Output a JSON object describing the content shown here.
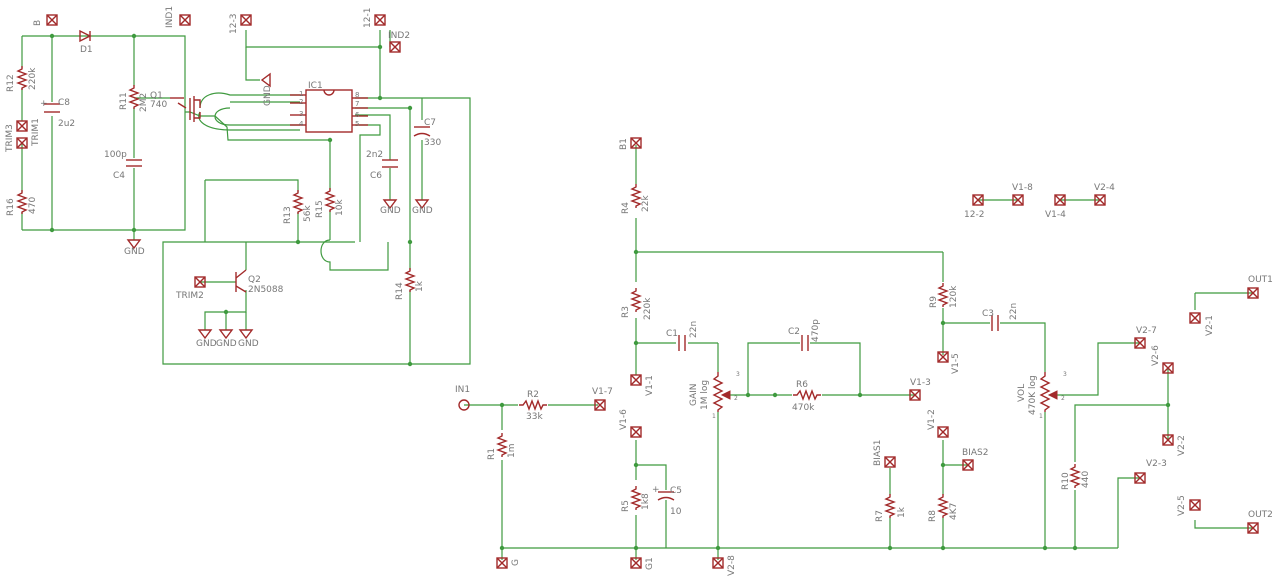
{
  "labels": {
    "B": "B",
    "D1": "D1",
    "IND1": "IND1",
    "12-3": "12-3",
    "12-1": "12-1",
    "IND2": "IND2",
    "R12": "R12",
    "R12_val": "220k",
    "C8": "C8",
    "C8_val": "2u2",
    "TRIM3": "TRIM3",
    "TRIM1": "TRIM1",
    "R16": "R16",
    "R16_val": "470",
    "R11": "R11",
    "R11_val": "2M2",
    "Q1": "Q1",
    "Q1_val": "740",
    "C4_val": "100p",
    "C4": "C4",
    "GND": "GND",
    "IC1": "IC1",
    "pin1": "1",
    "pin2": "2",
    "pin3": "3",
    "pin4": "4",
    "pin5": "5",
    "pin6": "6",
    "pin7": "7",
    "pin8": "8",
    "C7": "C7",
    "C7_val": "330",
    "C6_val": "2n2",
    "C6": "C6",
    "R13": "R13",
    "R13_val": "56k",
    "R15": "R15",
    "R15_val": "10k",
    "Q2": "Q2",
    "Q2_val": "2N5088",
    "TRIM2": "TRIM2",
    "R14": "R14",
    "R14_val": "1k",
    "B1": "B1",
    "R4": "R4",
    "R4_val": "22k",
    "12-2": "12-2",
    "V1-8": "V1-8",
    "V1-4": "V1-4",
    "V2-4": "V2-4",
    "R3": "R3",
    "R3_val": "220k",
    "R9": "R9",
    "R9_val": "120k",
    "C1": "C1",
    "C1_val": "22n",
    "C2": "C2",
    "C2_val": "470p",
    "C3": "C3",
    "C3_val": "22n",
    "OUT1": "OUT1",
    "V2-1": "V2-1",
    "V2-7": "V2-7",
    "V1-1": "V1-1",
    "V1-5": "V1-5",
    "GAIN": "GAIN",
    "GAIN_val": "1M log",
    "R6": "R6",
    "R6_val": "470k",
    "V1-3": "V1-3",
    "VOL": "VOL",
    "VOL_val": "470K log",
    "V2-6": "V2-6",
    "IN1": "IN1",
    "R2": "R2",
    "R2_val": "33k",
    "V1-7": "V1-7",
    "R1": "R1",
    "R1_val": "1m",
    "V1-6": "V1-6",
    "V1-2": "V1-2",
    "BIAS1": "BIAS1",
    "BIAS2": "BIAS2",
    "V2-2": "V2-2",
    "V2-3": "V2-3",
    "R10": "R10",
    "R10_val": "440",
    "C5": "C5",
    "C5_val": "10",
    "R5": "R5",
    "R5_val": "1k8",
    "R7": "R7",
    "R7_val": "1k",
    "R8": "R8",
    "R8_val": "4K7",
    "V2-5": "V2-5",
    "OUT2": "OUT2",
    "G": "G",
    "G1": "G1",
    "V2-8": "V2-8",
    "w1": "1",
    "w2": "2",
    "w3": "3"
  }
}
